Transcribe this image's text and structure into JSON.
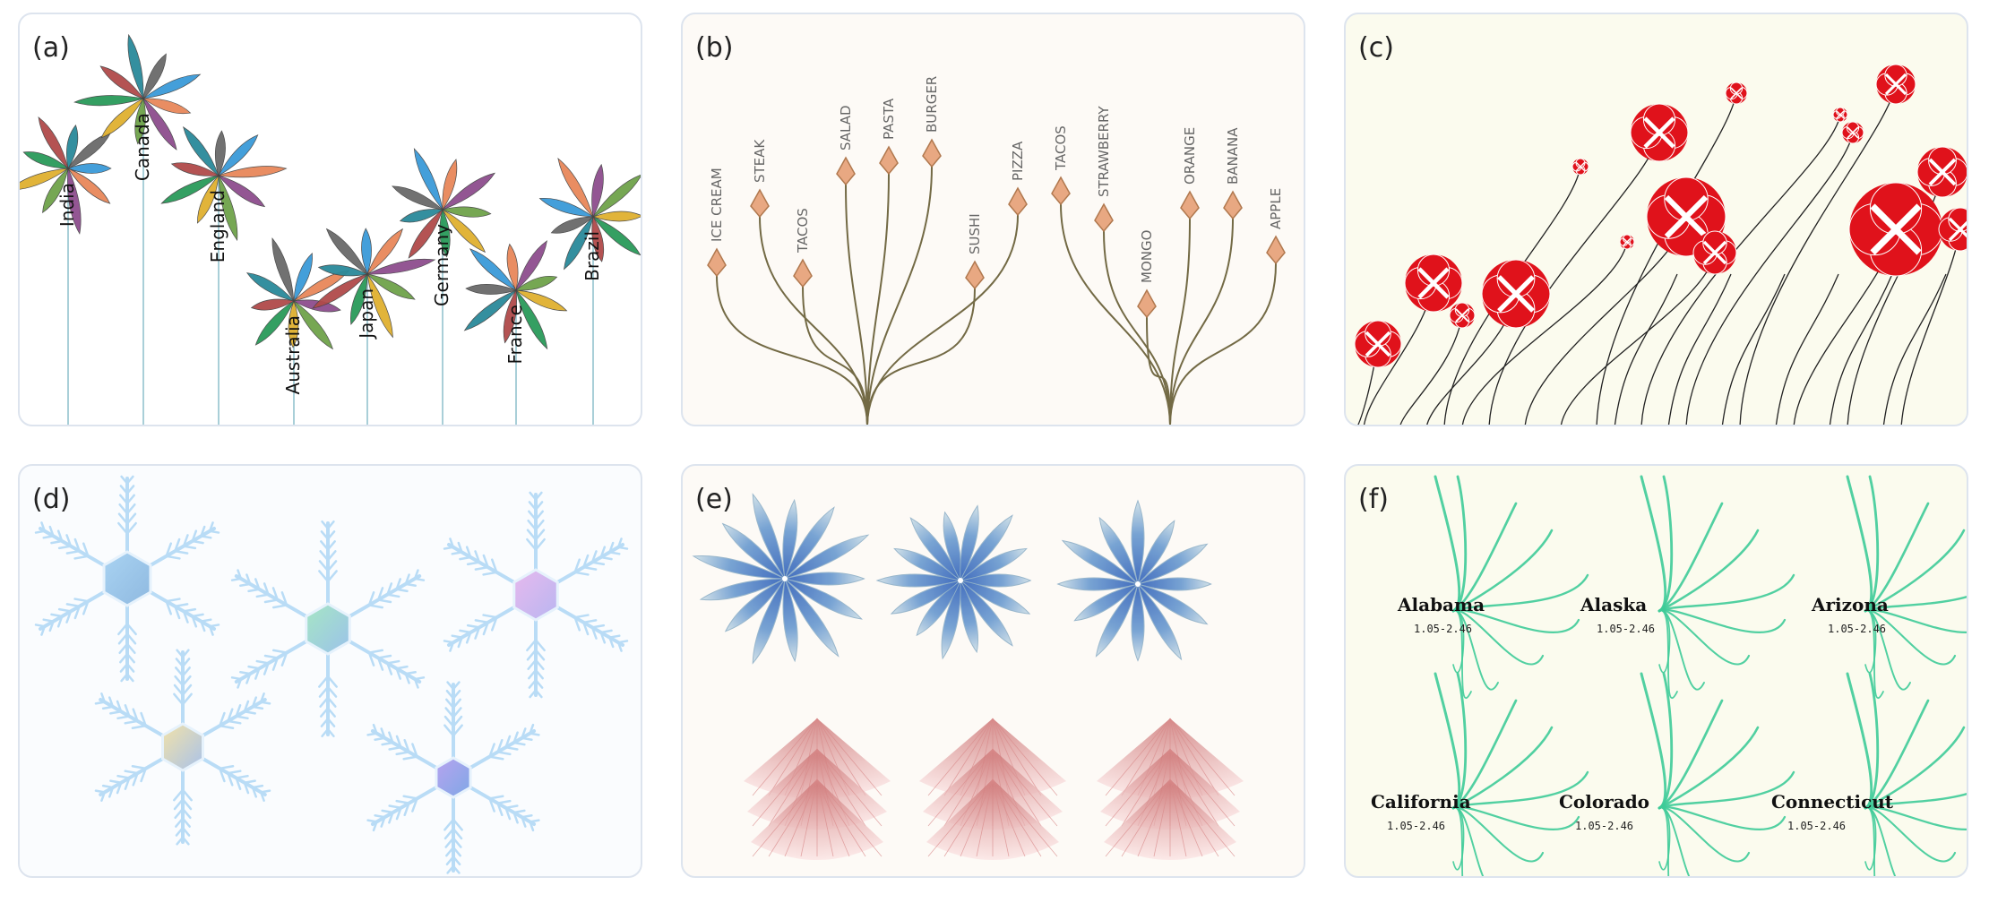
{
  "panels": {
    "a": {
      "label": "(a)",
      "countries": [
        "India",
        "Canada",
        "England",
        "Australia",
        "Japan",
        "Germany",
        "France",
        "Brazil"
      ]
    },
    "b": {
      "label": "(b)",
      "foods": [
        "ICE CREAM",
        "STEAK",
        "TACOS",
        "SALAD",
        "PASTA",
        "BURGER",
        "SUSHI",
        "PIZZA",
        "TACOS",
        "STRAWBERRY",
        "MONGO",
        "ORANGE",
        "BANANA",
        "APPLE"
      ]
    },
    "c": {
      "label": "(c)"
    },
    "d": {
      "label": "(d)"
    },
    "e": {
      "label": "(e)"
    },
    "f": {
      "label": "(f)",
      "states": [
        {
          "name": "Alabama",
          "range": "1.05-2.46"
        },
        {
          "name": "Alaska",
          "range": "1.05-2.46"
        },
        {
          "name": "Arizona",
          "range": "1.05-2.46"
        },
        {
          "name": "California",
          "range": "1.05-2.46"
        },
        {
          "name": "Colorado",
          "range": "1.05-2.46"
        },
        {
          "name": "Connecticut",
          "range": "1.05-2.46"
        }
      ]
    }
  },
  "colors": {
    "petal_palette": [
      "#3a9ad9",
      "#e8875a",
      "#8e4e8e",
      "#6fa34a",
      "#e0b030",
      "#2a9a5a",
      "#b04a4a",
      "#2a8a9a",
      "#6a6a6a"
    ],
    "stem_a": "#a9cfd8",
    "stem_b": "#736a45",
    "node_b": "#e8a882",
    "flower_c": "#e0121b",
    "snow": "#b9dcf6",
    "blue_flower": "#3b6fc0",
    "pink_fan": "#e89a9a",
    "green_stroke": "#3ecb98"
  }
}
